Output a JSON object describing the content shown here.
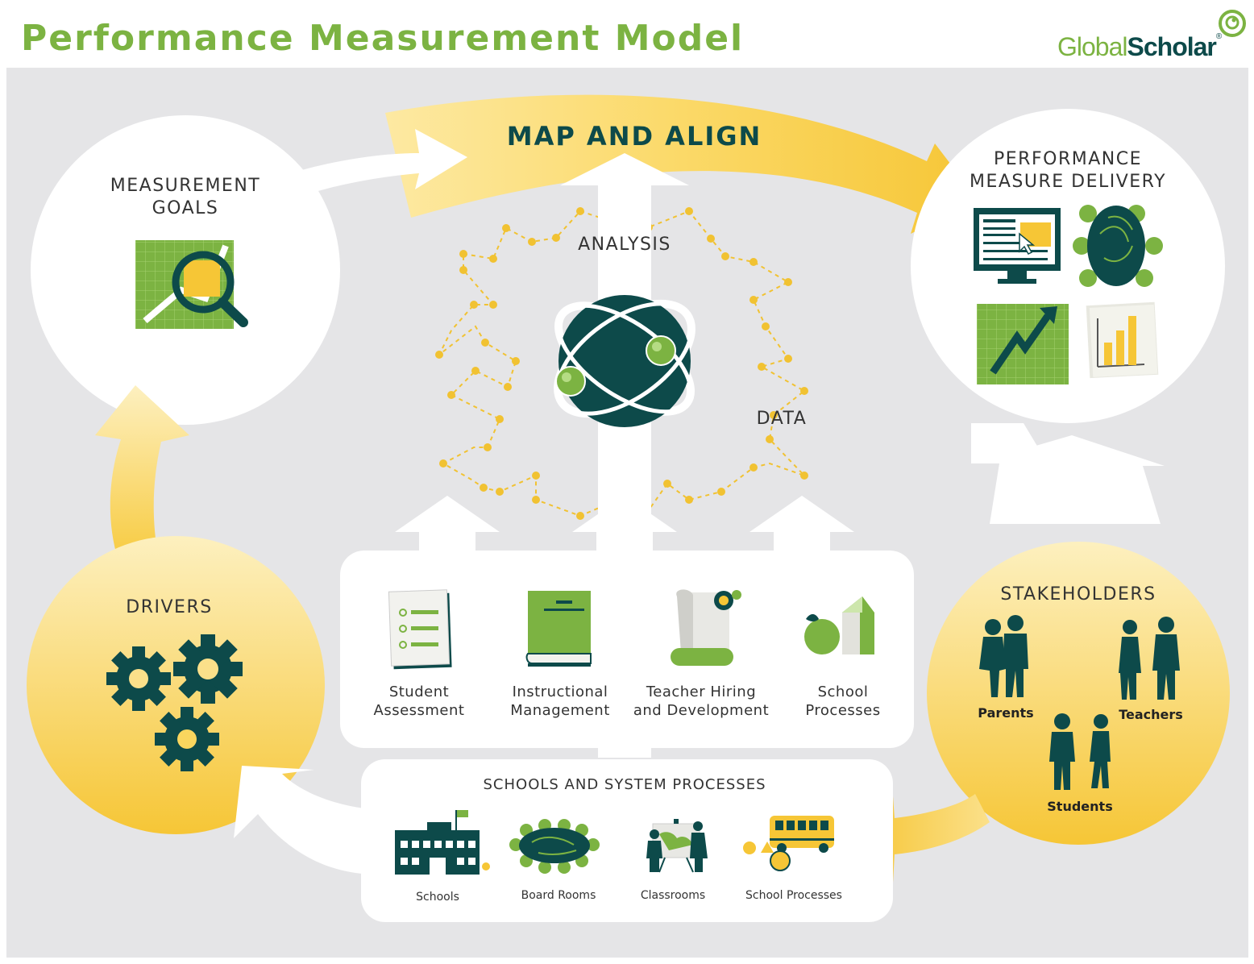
{
  "title": "Performance Measurement Model",
  "logo": {
    "part1": "Global",
    "part2": "Scholar",
    "mark": "®"
  },
  "map_align": "MAP AND ALIGN",
  "analysis": "ANALYSIS",
  "data_label": "DATA",
  "measurement_goals": "MEASUREMENT\nGOALS",
  "performance_delivery": "PERFORMANCE\nMEASURE DELIVERY",
  "drivers": "DRIVERS",
  "stakeholders": {
    "title": "STAKEHOLDERS",
    "groups": [
      "Parents",
      "Teachers",
      "Students"
    ]
  },
  "inputs": [
    {
      "label": "Student\nAssessment",
      "icon": "checklist-icon"
    },
    {
      "label": "Instructional\nManagement",
      "icon": "book-icon"
    },
    {
      "label": "Teacher Hiring\nand Development",
      "icon": "diploma-scroll-icon"
    },
    {
      "label": "School\nProcesses",
      "icon": "apple-milk-carton-icon"
    }
  ],
  "schools_system": {
    "title": "SCHOOLS AND SYSTEM PROCESSES",
    "items": [
      {
        "label": "Schools",
        "icon": "school-building-icon"
      },
      {
        "label": "Board Rooms",
        "icon": "board-room-table-icon"
      },
      {
        "label": "Classrooms",
        "icon": "classroom-icon"
      },
      {
        "label": "School Processes",
        "icon": "school-bus-icon"
      }
    ]
  },
  "colors": {
    "green": "#7cb342",
    "dark_teal": "#0d4a4a",
    "yellow": "#f6c636",
    "light_yellow": "#fbe89a",
    "panel_gray": "#e5e5e7"
  }
}
